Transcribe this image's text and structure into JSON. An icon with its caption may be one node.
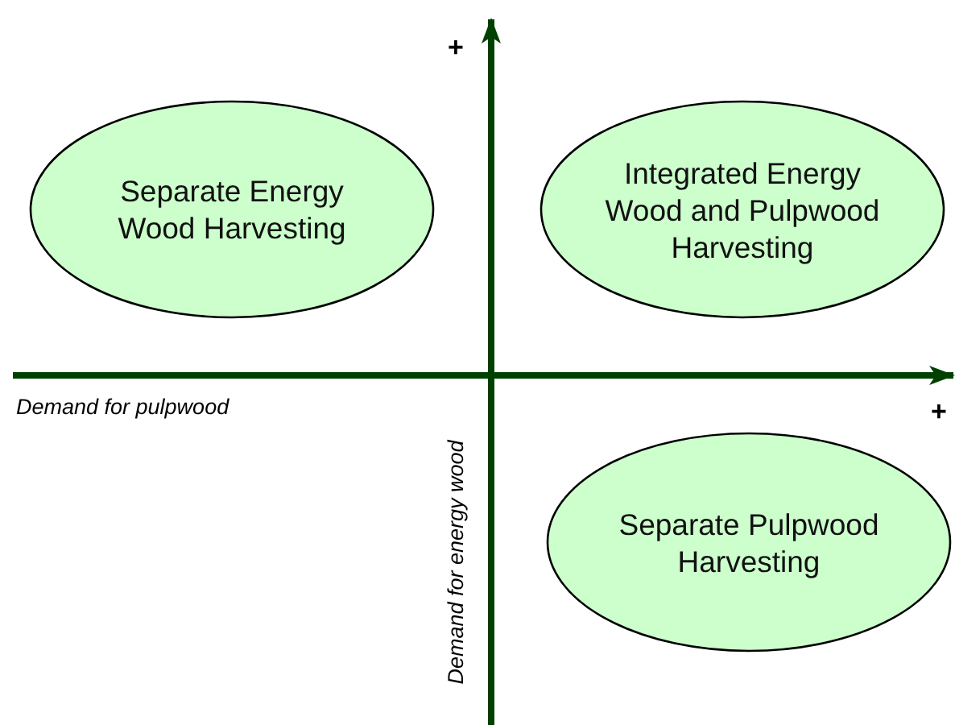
{
  "diagram": {
    "nodes": [
      {
        "text": [
          "Separate Energy Wood Harvesting"
        ]
      },
      {
        "text": [
          "Integrated Energy Wood and Pulpwood Harvesting"
        ]
      },
      {
        "text": [
          "Separate Pulpwood Harvesting"
        ]
      }
    ],
    "labels": [
      "+",
      "Demand for pulpwood",
      "+",
      "Demand for energy wood"
    ]
  }
}
